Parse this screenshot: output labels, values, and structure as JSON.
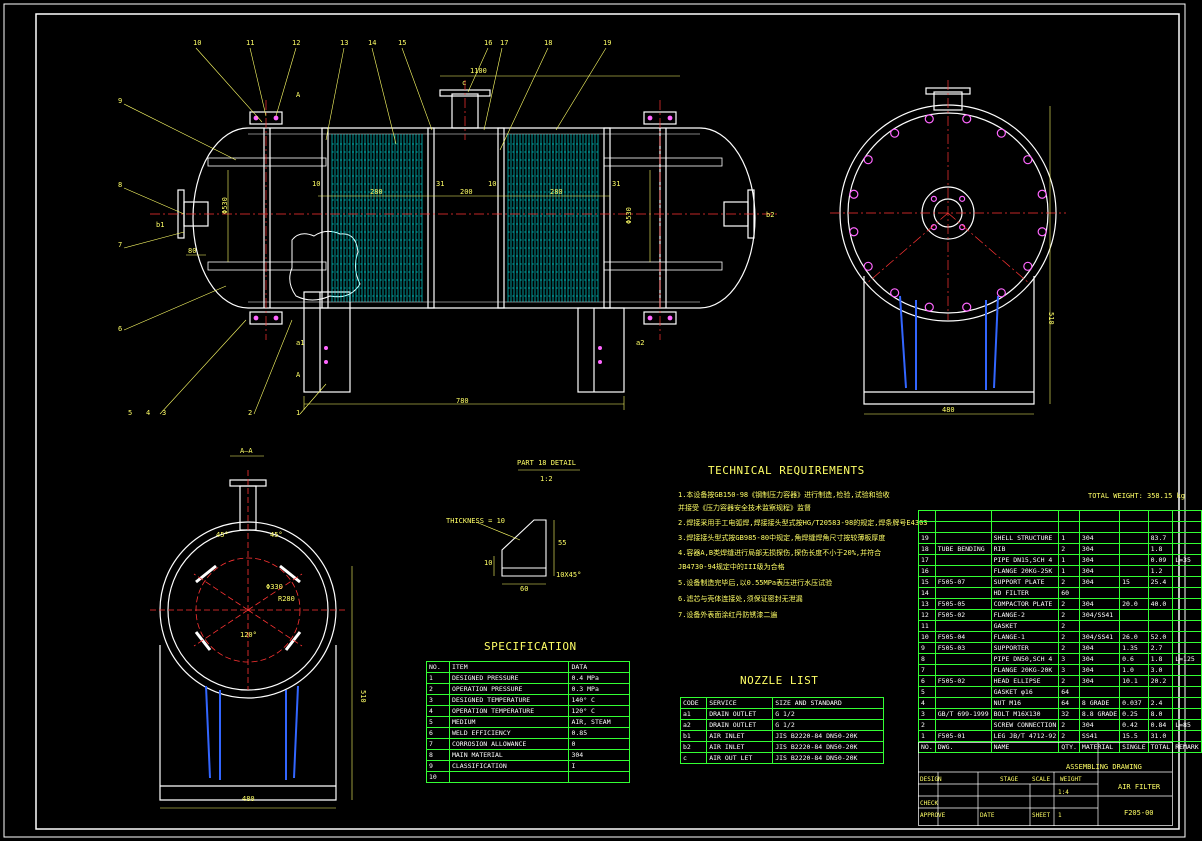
{
  "colors": {
    "bg": "#000000",
    "outline": "#ffffff",
    "dim": "#ffff66",
    "center": "#ff3333",
    "table": "#33ff33",
    "element": "#00ffff",
    "bolt": "#ff66ff"
  },
  "balloons": [
    "10",
    "11",
    "12",
    "13",
    "14",
    "15",
    "16",
    "17",
    "18",
    "19",
    "9",
    "8",
    "7",
    "6",
    "5",
    "4",
    "3",
    "2",
    "1"
  ],
  "dims": {
    "front_len": "780",
    "front_top": "1100",
    "front_left": "280",
    "front_mid": "200",
    "front_right": "280",
    "front_r10a": "10",
    "front_r10b": "10",
    "front_31a": "31",
    "front_31b": "31",
    "front_80": "80",
    "front_dia_l": "Φ530",
    "front_dia_r": "Φ530",
    "side_w": "480",
    "side_h": "510",
    "sec_w": "480",
    "sec_h": "510",
    "sec_r": "R280",
    "sec_dia": "Φ330",
    "sec_ang": "120°",
    "sec_45a": "45°",
    "sec_45b": "45°"
  },
  "nozzle_marks": {
    "a1": "a1",
    "a2": "a2",
    "b1": "b1",
    "b2": "b2",
    "c": "c"
  },
  "section": {
    "title": "A—A",
    "mark": "A"
  },
  "detail": {
    "title": "PART 18 DETAIL",
    "scale": "1:2",
    "thickness": "THICKNESS = 10",
    "d60": "60",
    "d55": "55",
    "d10": "10",
    "chamfer": "10X45°"
  },
  "tech": {
    "title": "TECHNICAL REQUIREMENTS",
    "items": [
      "1.本设备按GB150-98《钢制压力容器》进行制造,检验,试验和验收",
      "  并接受《压力容器安全技术监察规程》监督",
      "2.焊接采用手工电弧焊,焊接接头型式按HG/T20583-98的规定,焊条牌号E4303",
      "3.焊接接头型式按GB985-80中规定,角焊缝焊角尺寸按较薄板厚度",
      "4.容器A,B类焊缝进行局部无损探伤,探伤长度不小于20%,并符合",
      "  JB4730-94规定中的III级为合格",
      "5.设备制造完毕后,以0.55MPa表压进行水压试验",
      "6.滤芯与壳体连接处,须保证密封无泄漏",
      "7.设备外表面涂红丹防锈漆二遍"
    ]
  },
  "spec": {
    "title": "SPECIFICATION",
    "headers": [
      "NO.",
      "ITEM",
      "DATA"
    ],
    "rows": [
      [
        "1",
        "DESIGNED PRESSURE",
        "0.4 MPa"
      ],
      [
        "2",
        "OPERATION PRESSURE",
        "0.3 MPa"
      ],
      [
        "3",
        "DESIGNED TEMPERATURE",
        "140° C"
      ],
      [
        "4",
        "OPERATION TEMPERATURE",
        "120° C"
      ],
      [
        "5",
        "MEDIUM",
        "AIR, STEAM"
      ],
      [
        "6",
        "WELD EFFICIENCY",
        "0.85"
      ],
      [
        "7",
        "CORROSION ALLOWANCE",
        "0"
      ],
      [
        "8",
        "MAIN MATERIAL",
        "304"
      ],
      [
        "9",
        "CLASSIFICATION",
        "I"
      ],
      [
        "10",
        "",
        ""
      ]
    ]
  },
  "nozzle": {
    "title": "NOZZLE LIST",
    "headers": [
      "CODE",
      "SERVICE",
      "SIZE AND STANDARD"
    ],
    "rows": [
      [
        "a1",
        "DRAIN OUTLET",
        "G 1/2"
      ],
      [
        "a2",
        "DRAIN OUTLET",
        "G 1/2"
      ],
      [
        "b1",
        "AIR INLET",
        "JIS B2220-84 DN50-20K"
      ],
      [
        "b2",
        "AIR INLET",
        "JIS B2220-84 DN50-20K"
      ],
      [
        "c",
        "AIR OUT LET",
        "JIS B2220-84 DN50-20K"
      ]
    ]
  },
  "weight": "TOTAL WEIGHT: 358.15 kg",
  "bom": {
    "rows": [
      [
        "",
        "",
        "",
        "",
        "",
        "",
        "",
        ""
      ],
      [
        "",
        "",
        "",
        "",
        "",
        "",
        "",
        ""
      ],
      [
        "19",
        "",
        "SHELL STRUCTURE",
        "1",
        "304",
        "",
        "83.7",
        ""
      ],
      [
        "18",
        "TUBE BENDING",
        "RIB",
        "2",
        "304",
        "",
        "1.8",
        ""
      ],
      [
        "17",
        "",
        "PIPE DN15,SCH 4",
        "1",
        "304",
        "",
        "0.09",
        "L=35"
      ],
      [
        "16",
        "",
        "FLANGE 20KG-25K",
        "1",
        "304",
        "",
        "1.2",
        ""
      ],
      [
        "15",
        "F505-07",
        "SUPPORT PLATE",
        "2",
        "304",
        "15",
        "25.4",
        ""
      ],
      [
        "14",
        "",
        "HD FILTER",
        "60",
        "",
        "",
        "",
        ""
      ],
      [
        "13",
        "F505-05",
        "COMPACTOR PLATE",
        "2",
        "304",
        "20.0",
        "40.0",
        ""
      ],
      [
        "12",
        "F505-02",
        "FLANGE-2",
        "2",
        "304/SS41",
        "",
        "",
        ""
      ],
      [
        "11",
        "",
        "GASKET",
        "2",
        "",
        "",
        "",
        ""
      ],
      [
        "10",
        "F505-04",
        "FLANGE-1",
        "2",
        "304/SS41",
        "26.0",
        "52.0",
        ""
      ],
      [
        "9",
        "F505-03",
        "SUPPORTER",
        "2",
        "304",
        "1.35",
        "2.7",
        ""
      ],
      [
        "8",
        "",
        "PIPE DN50,SCH 4",
        "3",
        "304",
        "0.6",
        "1.8",
        "L=125"
      ],
      [
        "7",
        "",
        "FLANGE 20KG-20K",
        "3",
        "304",
        "1.0",
        "3.0",
        ""
      ],
      [
        "6",
        "F505-02",
        "HEAD ELLIPSE",
        "2",
        "304",
        "10.1",
        "20.2",
        ""
      ],
      [
        "5",
        "",
        "GASKET φ16",
        "64",
        "",
        "",
        "",
        ""
      ],
      [
        "4",
        "",
        "NUT M16",
        "64",
        "8 GRADE",
        "0.037",
        "2.4",
        ""
      ],
      [
        "3",
        "GB/T 699-1999",
        "BOLT M16X130",
        "32",
        "8.8 GRADE",
        "0.25",
        "8.0",
        ""
      ],
      [
        "2",
        "",
        "SCREW CONNECTION",
        "2",
        "304",
        "0.42",
        "0.84",
        "L=85"
      ],
      [
        "1",
        "F505-01",
        "LEG JB/T 4712-92",
        "2",
        "SS41",
        "15.5",
        "31.0",
        ""
      ],
      [
        "NO.",
        "DWG.",
        "NAME",
        "QTY.",
        "MATERIAL",
        "SINGLE",
        "TOTAL",
        "REMARK"
      ]
    ]
  },
  "titleblock": {
    "assembly": "ASSEMBLING DRAWING",
    "name": "AIR FILTER",
    "code": "F205-00",
    "scale_lbl": "SCALE",
    "scale": "1:4",
    "sheet": "SHEET",
    "sheet_val": "1",
    "stage": "STAGE",
    "weight_lbl": "WEIGHT",
    "design": "DESIGN",
    "check": "CHECK",
    "approve": "APPROVE",
    "date": "DATE"
  }
}
